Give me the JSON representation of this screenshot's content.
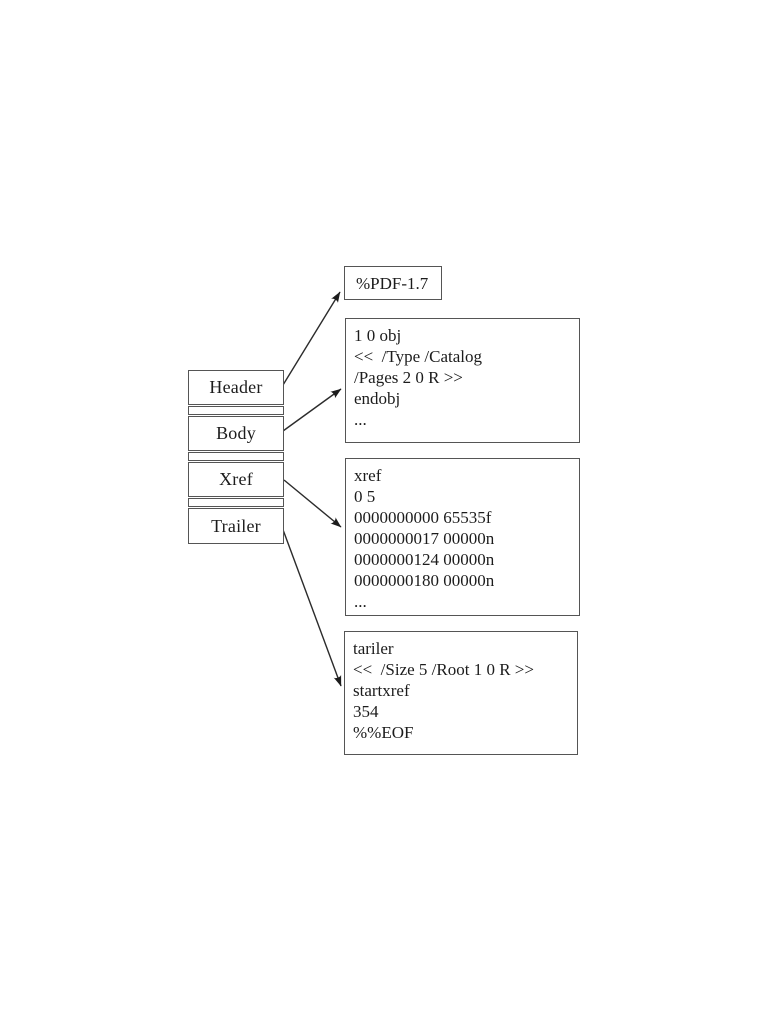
{
  "diagram": {
    "title": "pdf-file-structure",
    "stack": {
      "items": [
        {
          "label": "Header"
        },
        {
          "label": "Body"
        },
        {
          "label": "Xref"
        },
        {
          "label": "Trailer"
        }
      ]
    },
    "boxes": {
      "header": {
        "lines": [
          "%PDF-1.7"
        ]
      },
      "body": {
        "lines": [
          "1 0 obj",
          "<<  /Type /Catalog",
          "/Pages 2 0 R >>",
          "endobj",
          "..."
        ]
      },
      "xref": {
        "lines": [
          "xref",
          "0 5",
          "0000000000 65535f",
          "0000000017 00000n",
          "0000000124 00000n",
          "0000000180 00000n",
          "..."
        ]
      },
      "trailer": {
        "lines": [
          "tariler",
          "<<  /Size 5 /Root 1 0 R >>",
          "startxref",
          "354",
          "%%EOF"
        ]
      }
    },
    "colors": {
      "background": "#ffffff",
      "border": "#555555",
      "text": "#1c1c1c",
      "arrow": "#2b2b2b"
    }
  }
}
